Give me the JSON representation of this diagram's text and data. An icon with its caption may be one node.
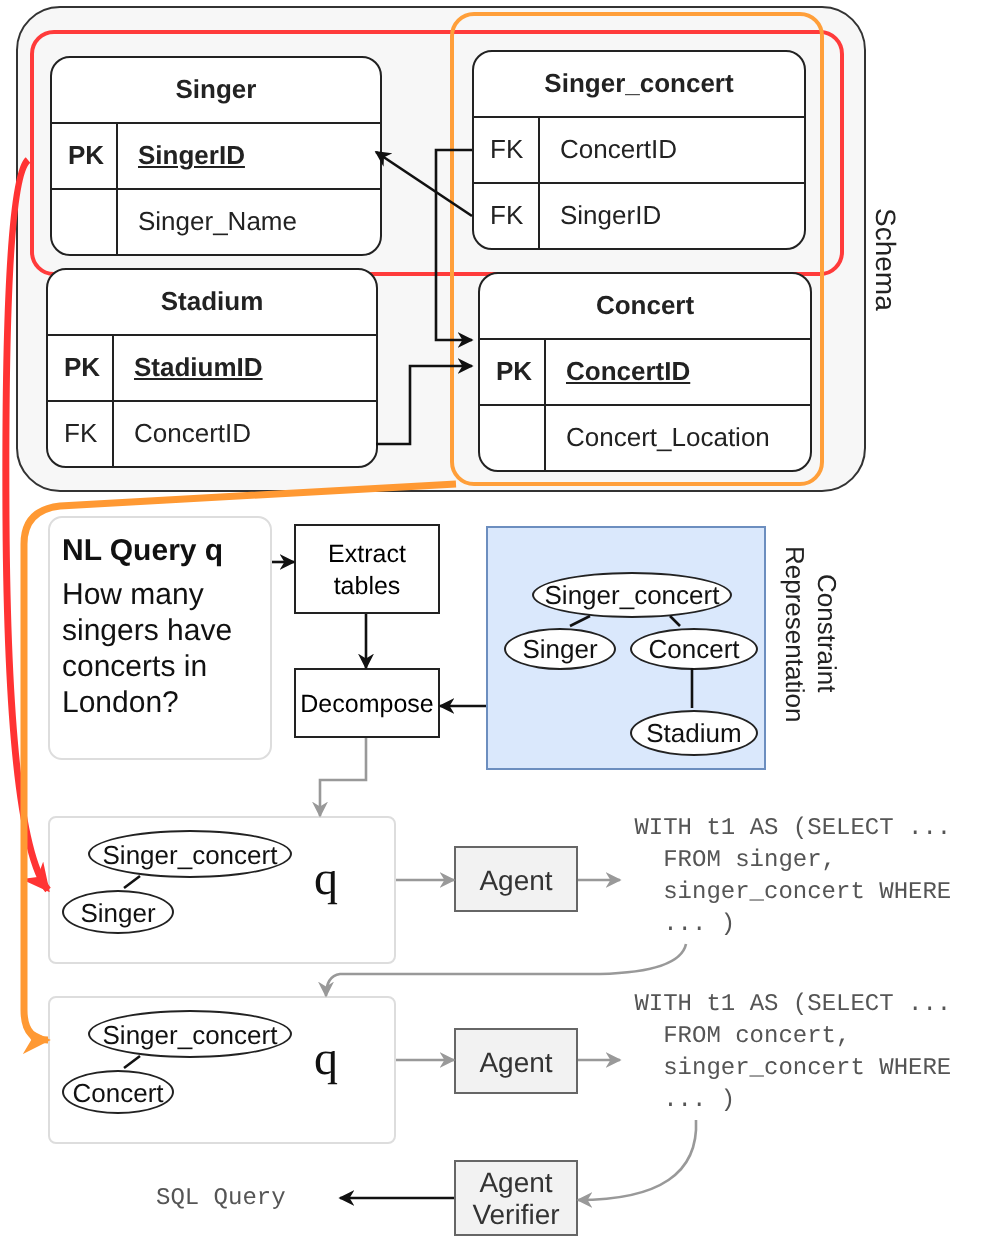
{
  "diagram": {
    "nodes": [
      {
        "text": [
          "Schema"
        ]
      },
      {
        "text": [],
        "shape": "box",
        "in": 0
      },
      {
        "text": [],
        "shape": "box",
        "in": 0
      },
      {
        "text": [
          "Singer",
          "PK",
          "SingerID",
          "Singer_Name"
        ],
        "in": 1
      },
      {
        "text": [
          "Singer_concert",
          "FK",
          "ConcertID",
          "FK",
          "SingerID"
        ]
      },
      {
        "text": [
          "Stadium",
          "PK",
          "StadiumID",
          "FK",
          "ConcertID"
        ],
        "in": 0
      },
      {
        "text": [
          "Concert",
          "PK",
          "ConcertID",
          "Concert_Location"
        ],
        "in": 2
      },
      {
        "text": [
          "NL Query q",
          "How many singers have concerts in London?"
        ]
      },
      {
        "text": [
          "Extract tables"
        ]
      },
      {
        "text": [
          "Decompose"
        ]
      },
      {
        "text": [
          "Constraint Representation"
        ]
      },
      {
        "text": [
          "Singer_concert"
        ],
        "in": 10
      },
      {
        "text": [
          "Singer"
        ],
        "in": 10
      },
      {
        "text": [
          "Concert"
        ],
        "in": 10
      },
      {
        "text": [
          "Stadium"
        ],
        "in": 10
      },
      {
        "text": [
          "q"
        ]
      },
      {
        "text": [
          "Singer_concert"
        ],
        "in": 15
      },
      {
        "text": [
          "Singer"
        ],
        "in": 15
      },
      {
        "text": [
          "Agent"
        ]
      },
      {
        "text": [
          "WITH t1 AS (SELECT ... FROM singer, singer_concert WHERE ... )"
        ]
      },
      {
        "text": [
          "q"
        ]
      },
      {
        "text": [
          "Singer_concert"
        ],
        "in": 20
      },
      {
        "text": [
          "Concert"
        ],
        "in": 20
      },
      {
        "text": [
          "Agent"
        ]
      },
      {
        "text": [
          "WITH t1 AS (SELECT ... FROM concert, singer_concert WHERE ... )"
        ]
      },
      {
        "text": [
          "SQL Query"
        ]
      },
      {
        "text": [
          "Agent Verifier"
        ]
      }
    ],
    "edges": [
      {
        "from": 4,
        "to": 3,
        "arrow": "to"
      },
      {
        "from": 4,
        "to": 6,
        "arrow": "to"
      },
      {
        "from": 5,
        "to": 6,
        "arrow": "to"
      },
      {
        "from": 7,
        "to": 8,
        "arrow": "to"
      },
      {
        "from": 8,
        "to": 9,
        "arrow": "to"
      },
      {
        "from": 10,
        "to": 9,
        "arrow": "to"
      },
      {
        "from": 11,
        "to": 12,
        "arrow": "none"
      },
      {
        "from": 11,
        "to": 13,
        "arrow": "none"
      },
      {
        "from": 13,
        "to": 14,
        "arrow": "none"
      },
      {
        "from": 9,
        "to": 15,
        "arrow": "to",
        "color": "#999999"
      },
      {
        "from": 1,
        "to": 15,
        "arrow": "to",
        "style": "thick",
        "color": "#ff3333"
      },
      {
        "from": 2,
        "to": 20,
        "arrow": "to",
        "style": "thick",
        "color": "#ff9933"
      },
      {
        "from": 16,
        "to": 17,
        "arrow": "none"
      },
      {
        "from": 15,
        "to": 18,
        "arrow": "to",
        "color": "#999999"
      },
      {
        "from": 18,
        "to": 19,
        "arrow": "to",
        "color": "#999999"
      },
      {
        "from": 19,
        "to": 20,
        "arrow": "to",
        "color": "#999999"
      },
      {
        "from": 21,
        "to": 22,
        "arrow": "none"
      },
      {
        "from": 20,
        "to": 23,
        "arrow": "to",
        "color": "#999999"
      },
      {
        "from": 23,
        "to": 24,
        "arrow": "to",
        "color": "#999999"
      },
      {
        "from": 24,
        "to": 26,
        "arrow": "to",
        "color": "#999999"
      },
      {
        "from": 26,
        "to": 25,
        "arrow": "to"
      }
    ]
  }
}
